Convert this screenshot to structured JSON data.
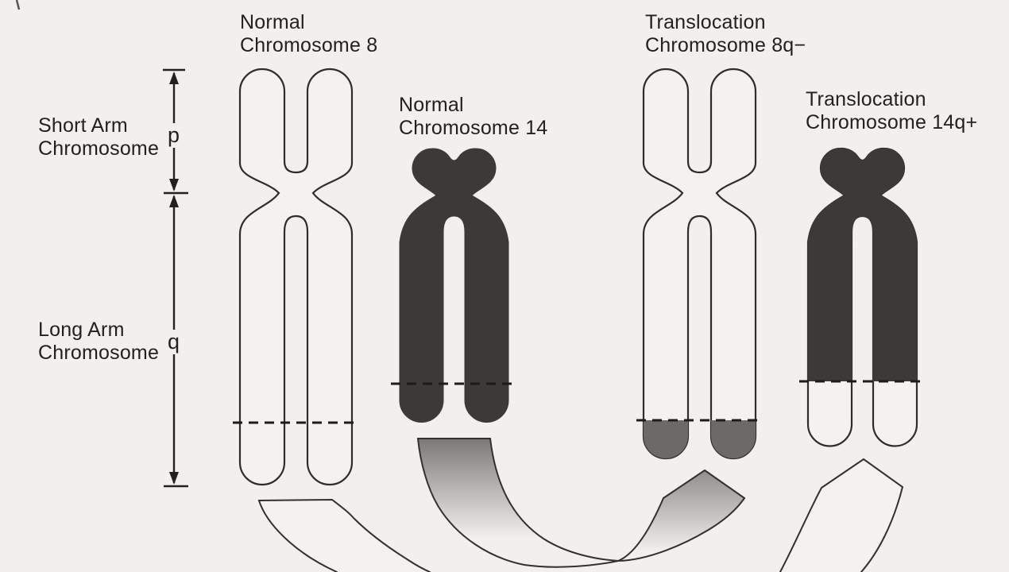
{
  "colors": {
    "background": "#f2f0ed",
    "outline": "#2f2d2b",
    "text": "#23211f",
    "chromosome_dark_fill": "#3b3a38",
    "translocated_tip_gray": "#6c6a68"
  },
  "arm_annotations": {
    "short_arm": {
      "line1": "Short Arm",
      "line2": "Chromosome",
      "symbol": "p"
    },
    "long_arm": {
      "line1": "Long Arm",
      "line2": "Chromosome",
      "symbol": "q"
    }
  },
  "chromosomes": {
    "normal8": {
      "title_line1": "Normal",
      "title_line2": "Chromosome 8"
    },
    "normal14": {
      "title_line1": "Normal",
      "title_line2": "Chromosome 14"
    },
    "translocation8q": {
      "title_line1": "Translocation",
      "title_line2": "Chromosome 8q−"
    },
    "translocation14q": {
      "title_line1": "Translocation",
      "title_line2": "Chromosome 14q+"
    }
  }
}
